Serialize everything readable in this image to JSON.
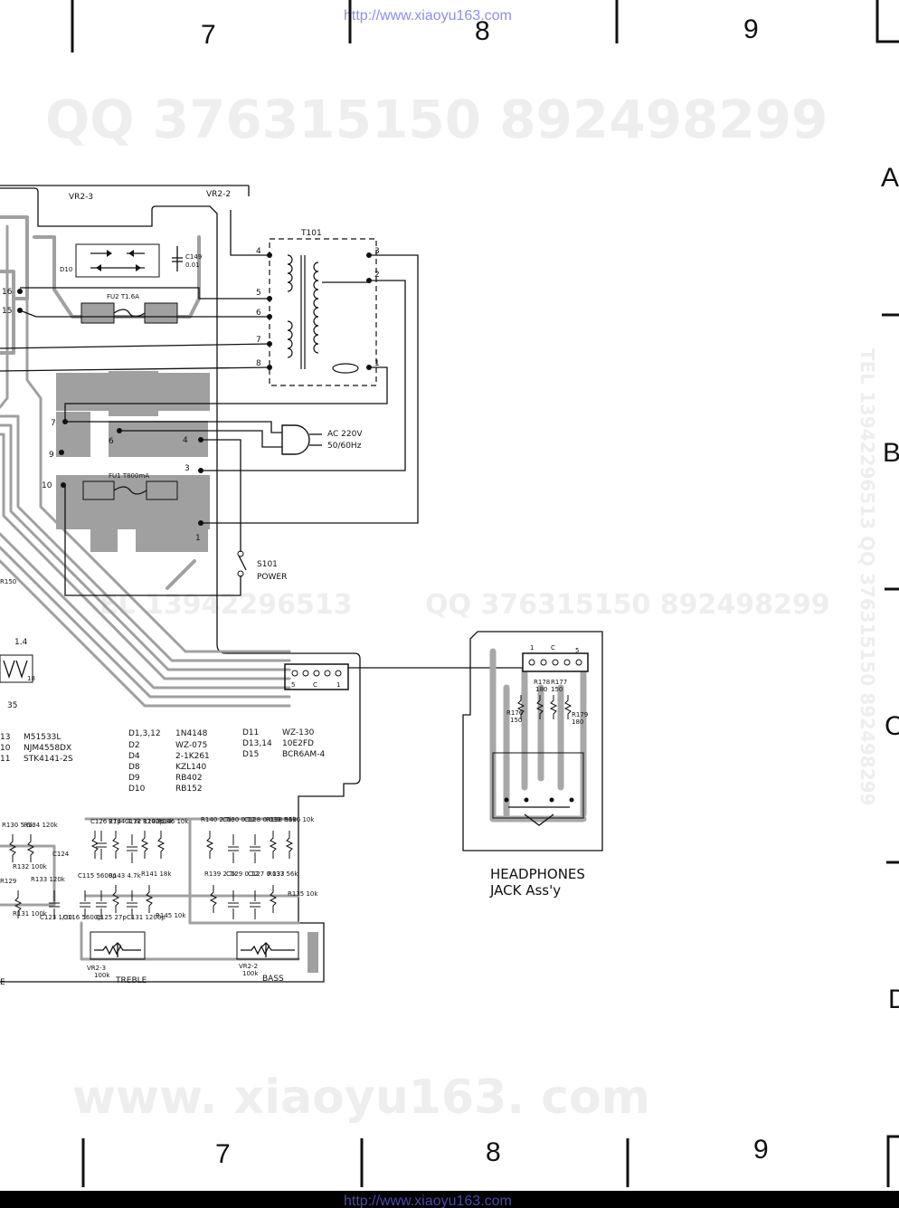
{
  "header": {
    "url": "http://www.xiaoyu163.com",
    "columns": [
      "7",
      "8",
      "9"
    ]
  },
  "footer": {
    "url": "http://www.xiaoyu163.com",
    "columns": [
      "7",
      "8",
      "9"
    ]
  },
  "rows": [
    "A",
    "B",
    "C",
    "D"
  ],
  "watermarks": {
    "top": "QQ 376315150   892498299",
    "middle": "QQ 376315150  892498299",
    "middle_left": "EL 13942296513",
    "bottom": "www. xiaoyu163. com",
    "vertical": "TEL 13942296513  QQ 376315150  892498299"
  },
  "transformer": {
    "name": "T101",
    "pins_left": [
      "4",
      "5",
      "6",
      "7",
      "8"
    ],
    "pins_right": [
      "3",
      "2",
      "1"
    ]
  },
  "board_pins": [
    "16",
    "15",
    "7",
    "9",
    "6",
    "4",
    "3",
    "10",
    "1"
  ],
  "controls": {
    "vr2_3": "VR2-3",
    "vr2_2": "VR2-2",
    "d10": "D10",
    "c149": "C149",
    "c149_val": "0.01",
    "fu2": "FU2  T1.6A",
    "fu1": "FU1  T800mA",
    "ac": "AC 220V",
    "ac_freq": "50/60Hz",
    "s101": "S101",
    "power": "POWER"
  },
  "connector": {
    "pins": [
      "5",
      "C",
      "1"
    ]
  },
  "parts_list": [
    {
      "ref": "D1,3,12",
      "part": "1N4148"
    },
    {
      "ref": "D2",
      "part": "WZ-075"
    },
    {
      "ref": "D4",
      "part": "2-1K261"
    },
    {
      "ref": "D8",
      "part": "KZL140"
    },
    {
      "ref": "D9",
      "part": "RB402"
    },
    {
      "ref": "D10",
      "part": "RB152"
    }
  ],
  "parts_list_2": [
    {
      "ref": "D11",
      "part": "WZ-130"
    },
    {
      "ref": "D13,14",
      "part": "10E2FD"
    },
    {
      "ref": "D15",
      "part": "BCR6AM-4"
    }
  ],
  "ic_list": [
    {
      "ref": "13",
      "part": "M51533L"
    },
    {
      "ref": "10",
      "part": "NJM4558DX"
    },
    {
      "ref": "11",
      "part": "STK4141-2S"
    }
  ],
  "headphones": {
    "title_line1": "HEADPHONES",
    "title_line2": "JACK Ass'y",
    "pins": [
      "1",
      "C",
      "5"
    ],
    "r178": "R178",
    "r178_val": "180",
    "r177": "R177",
    "r177_val": "150",
    "r176": "R176",
    "r176_val": "150",
    "r179": "R179",
    "r179_val": "180"
  },
  "tone": {
    "treble": "TREBLE",
    "bass": "BASS",
    "vr2_3": "VR2-3",
    "vr2_3_val": "100k",
    "vr2_2": "VR2-2",
    "vr2_2_val": "100k",
    "upper_labels": [
      "C126 27p",
      "R144 4.7k",
      "C132 1200p",
      "R142 18k",
      "R146 10k",
      "R140 2.7k",
      "C130 0.12",
      "C128 0.033",
      "R138 56k",
      "R136 10k"
    ],
    "lower_labels": [
      "C115 5600p",
      "R143 4.7k",
      "R141 18k",
      "R139 2.7k",
      "C129 0.12",
      "C127 0.033",
      "R137 56k",
      "R135 10k"
    ],
    "bottom_labels": [
      "C125 27p",
      "C131 1200p",
      "R145 10k",
      "C123 1/30",
      "C116 5600p"
    ],
    "left_labels": [
      "R130 5.6k",
      "R134 120k",
      "C124",
      "R132 100k",
      "R129",
      "R133 120k",
      "R131 100k"
    ]
  },
  "left_edge": {
    "r150": "R150",
    "v14": "1.4",
    "v35": "35",
    "p18": "18",
    "e": "E"
  }
}
